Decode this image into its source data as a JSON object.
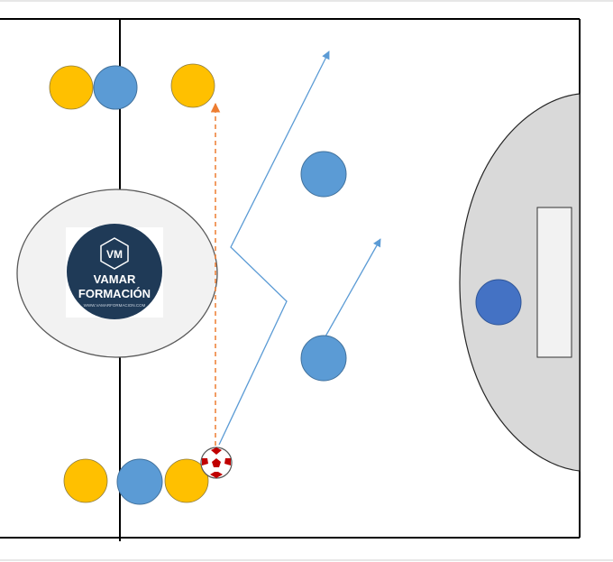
{
  "logo": {
    "monogram": "VM",
    "line1": "VAMAR",
    "line2": "FORMACIÓN",
    "url": "WWW.VAMARFORMACION.COM"
  },
  "colors": {
    "yellow_team": "#FFC000",
    "blue_team": "#5B9BD5",
    "goalkeeper": "#4472C4",
    "pass_line": "#ED7D31",
    "run_line": "#5B9BD5",
    "penalty_area": "#D9D9D9",
    "center_circle": "#F2F2F2",
    "logo_bg": "#1F3A57"
  }
}
